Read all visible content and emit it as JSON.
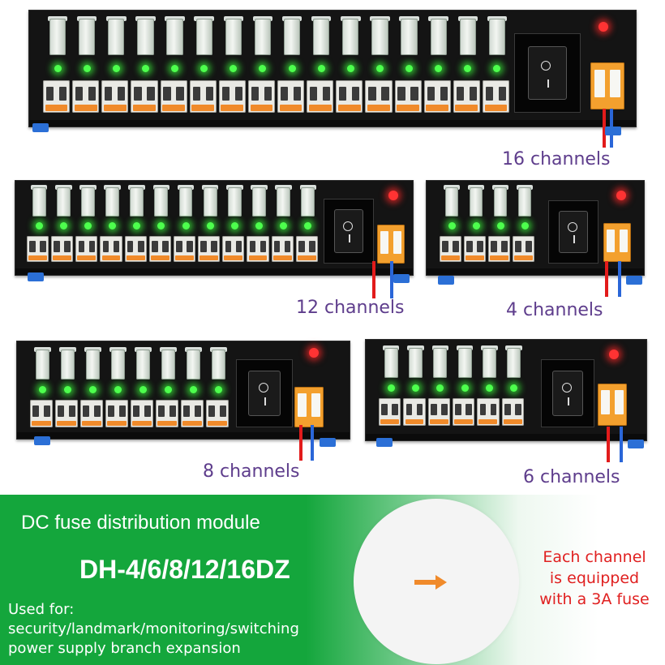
{
  "modules": [
    {
      "label": "16 channels",
      "channels": 16
    },
    {
      "label": "12 channels",
      "channels": 12
    },
    {
      "label": "4 channels",
      "channels": 4
    },
    {
      "label": "8 channels",
      "channels": 8
    },
    {
      "label": "6 channels",
      "channels": 6
    }
  ],
  "banner": {
    "title": "DC fuse distribution module",
    "model": "DH-4/6/8/12/16DZ",
    "used_for": [
      "Used for:",
      "security/landmark/monitoring/switching",
      "power supply branch expansion"
    ],
    "note": [
      "Each channel",
      "is equipped",
      "with a 3A fuse"
    ],
    "arrow_icon": "arrow-right-icon"
  },
  "colors": {
    "banner_green": "#14a63c",
    "label_purple": "#5e3d8c",
    "note_red": "#e02020",
    "arrow_orange": "#f08a2a",
    "led_green": "#4dff4d",
    "led_red": "#ff3333"
  }
}
